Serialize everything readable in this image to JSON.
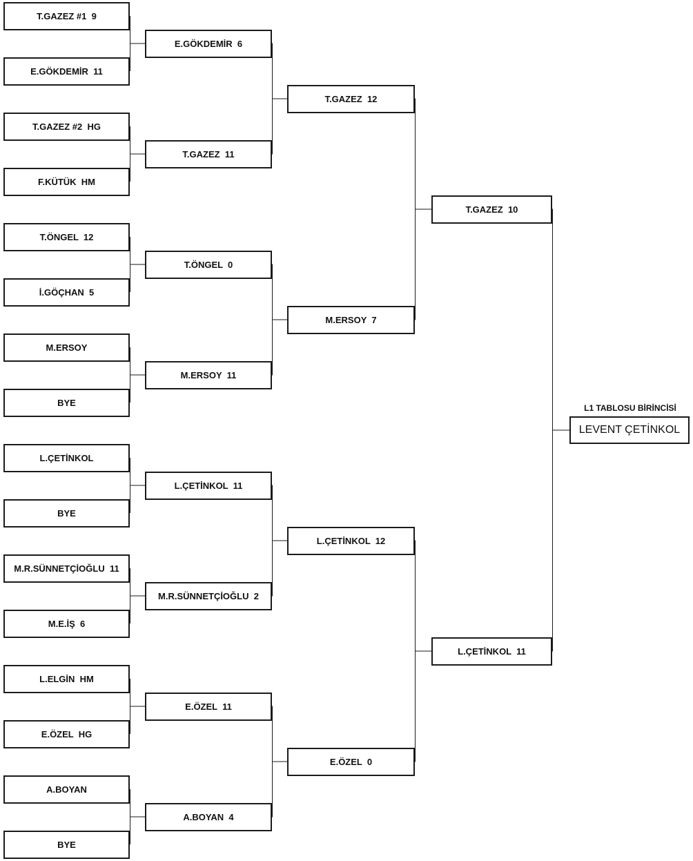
{
  "title": "L1 TABLOSU BİRİNCİSİ",
  "champion": "LEVENT ÇETİNKOL",
  "round1": [
    "T.GAZEZ #1  9",
    "E.GÖKDEMİR  11",
    "T.GAZEZ #2  HG",
    "F.KÜTÜK  HM",
    "T.ÖNGEL  12",
    "İ.GÖÇHAN  5",
    "M.ERSOY",
    "BYE",
    "L.ÇETİNKOL",
    "BYE",
    "M.R.SÜNNETÇİOĞLU  11",
    "M.E.İŞ  6",
    "L.ELGİN  HM",
    "E.ÖZEL  HG",
    "A.BOYAN",
    "BYE"
  ],
  "round2": [
    "E.GÖKDEMİR  6",
    "T.GAZEZ  11",
    "T.ÖNGEL  0",
    "M.ERSOY  11",
    "L.ÇETİNKOL  11",
    "M.R.SÜNNETÇİOĞLU  2",
    "E.ÖZEL  11",
    "A.BOYAN  4"
  ],
  "round3": [
    "T.GAZEZ  12",
    "M.ERSOY  7",
    "L.ÇETİNKOL  12",
    "E.ÖZEL  0"
  ],
  "round4": [
    "T.GAZEZ  10",
    "L.ÇETİNKOL  11"
  ]
}
